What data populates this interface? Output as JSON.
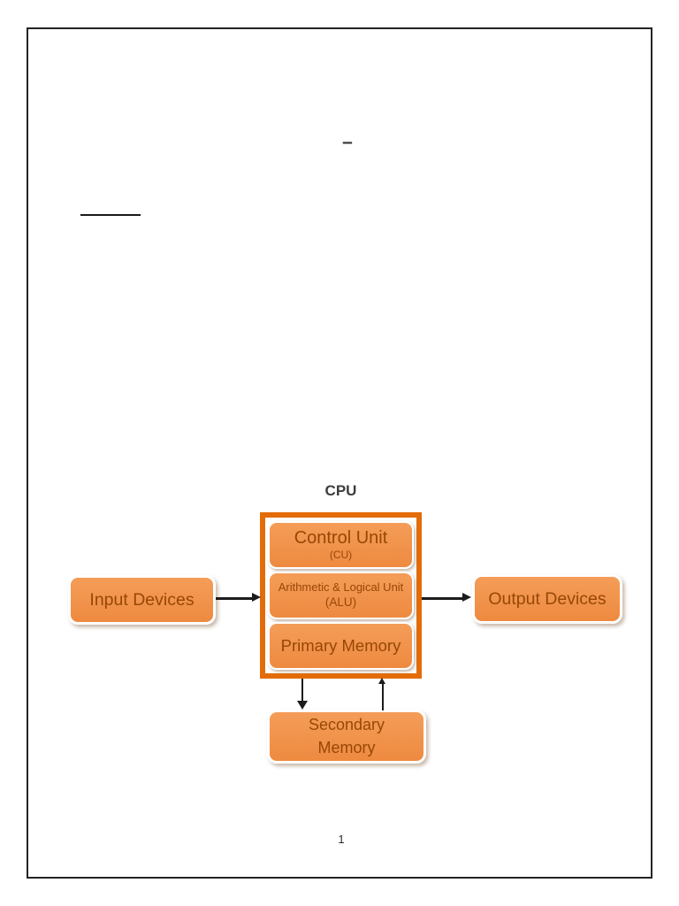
{
  "page": {
    "dash": "–",
    "page_number": "1"
  },
  "diagram": {
    "cpu_label": "CPU",
    "cpu_units": [
      {
        "title": "Control Unit",
        "subtitle": "(CU)"
      },
      {
        "title": "Arithmetic & Logical  Unit",
        "subtitle": "(ALU)"
      },
      {
        "title": "Primary Memory",
        "subtitle": ""
      }
    ],
    "input_box": {
      "label": "Input Devices"
    },
    "output_box": {
      "label": "Output Devices"
    },
    "secondary_box": {
      "label": "Secondary Memory"
    },
    "colors": {
      "box_fill_top": "#F49D58",
      "box_fill_bottom": "#EE8A40",
      "cpu_border": "#E36C0A",
      "box_text": "#974706",
      "arrow": "#1C1C1C",
      "page_border": "#242424"
    }
  }
}
